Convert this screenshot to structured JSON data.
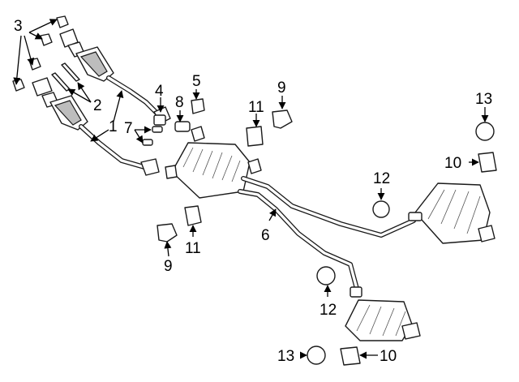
{
  "callouts": {
    "c1": "1",
    "c2": "2",
    "c3": "3",
    "c4": "4",
    "c5": "5",
    "c6": "6",
    "c7": "7",
    "c8": "8",
    "c9a": "9",
    "c9b": "9",
    "c10a": "10",
    "c10b": "10",
    "c11a": "11",
    "c11b": "11",
    "c12a": "12",
    "c12b": "12",
    "c13a": "13",
    "c13b": "13"
  }
}
